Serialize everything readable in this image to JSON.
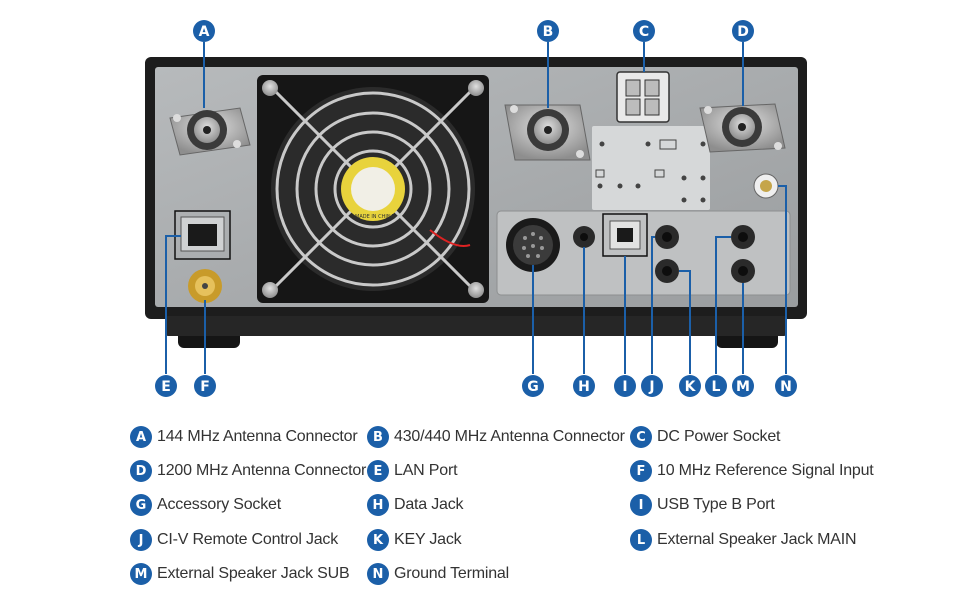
{
  "badges": {
    "A": "A",
    "B": "B",
    "C": "C",
    "D": "D",
    "E": "E",
    "F": "F",
    "G": "G",
    "H": "H",
    "I": "I",
    "J": "J",
    "K": "K",
    "L": "L",
    "M": "M",
    "N": "N"
  },
  "fan_label": "MADE IN CHINA",
  "colors": {
    "badge": "#1b5fa8",
    "chassis": "#1d1d1d",
    "panel": "#a6a9ab",
    "leader": "#1b5fa8"
  },
  "legend": [
    {
      "letter": "A",
      "label": "144 MHz Antenna Connector"
    },
    {
      "letter": "B",
      "label": "430/440 MHz Antenna Connector"
    },
    {
      "letter": "C",
      "label": "DC Power Socket"
    },
    {
      "letter": "D",
      "label": "1200 MHz Antenna Connector"
    },
    {
      "letter": "E",
      "label": "LAN Port"
    },
    {
      "letter": "F",
      "label": "10 MHz Reference Signal Input"
    },
    {
      "letter": "G",
      "label": "Accessory Socket"
    },
    {
      "letter": "H",
      "label": "Data Jack"
    },
    {
      "letter": "I",
      "label": "USB Type B Port"
    },
    {
      "letter": "J",
      "label": "CI-V Remote Control Jack"
    },
    {
      "letter": "K",
      "label": "KEY Jack"
    },
    {
      "letter": "L",
      "label": "External Speaker Jack MAIN"
    },
    {
      "letter": "M",
      "label": "External Speaker Jack SUB"
    },
    {
      "letter": "N",
      "label": "Ground Terminal"
    }
  ]
}
